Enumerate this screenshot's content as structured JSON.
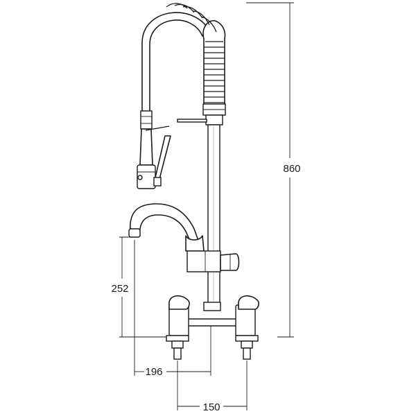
{
  "dimensions": {
    "height_total": "860",
    "spout_height": "252",
    "spout_reach": "196",
    "tap_centres": "150"
  }
}
